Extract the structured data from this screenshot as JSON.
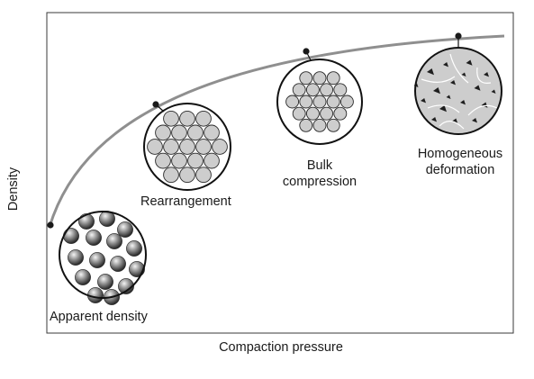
{
  "diagram": {
    "x_axis_label": "Compaction pressure",
    "y_axis_label": "Density",
    "stages": [
      {
        "id": "apparent",
        "label": "Apparent density"
      },
      {
        "id": "rearrangement",
        "label": "Rearrangement"
      },
      {
        "id": "bulk",
        "label_lines": [
          "Bulk",
          "compression"
        ]
      },
      {
        "id": "homogeneous",
        "label_lines": [
          "Homogeneous",
          "deformation"
        ]
      }
    ],
    "colors": {
      "curve": "#8f8f8f",
      "frame": "#3a3a3a",
      "particle_fill": "#cdcdcd",
      "particle_dark": "#555555",
      "marker": "#1a1a1a"
    }
  }
}
